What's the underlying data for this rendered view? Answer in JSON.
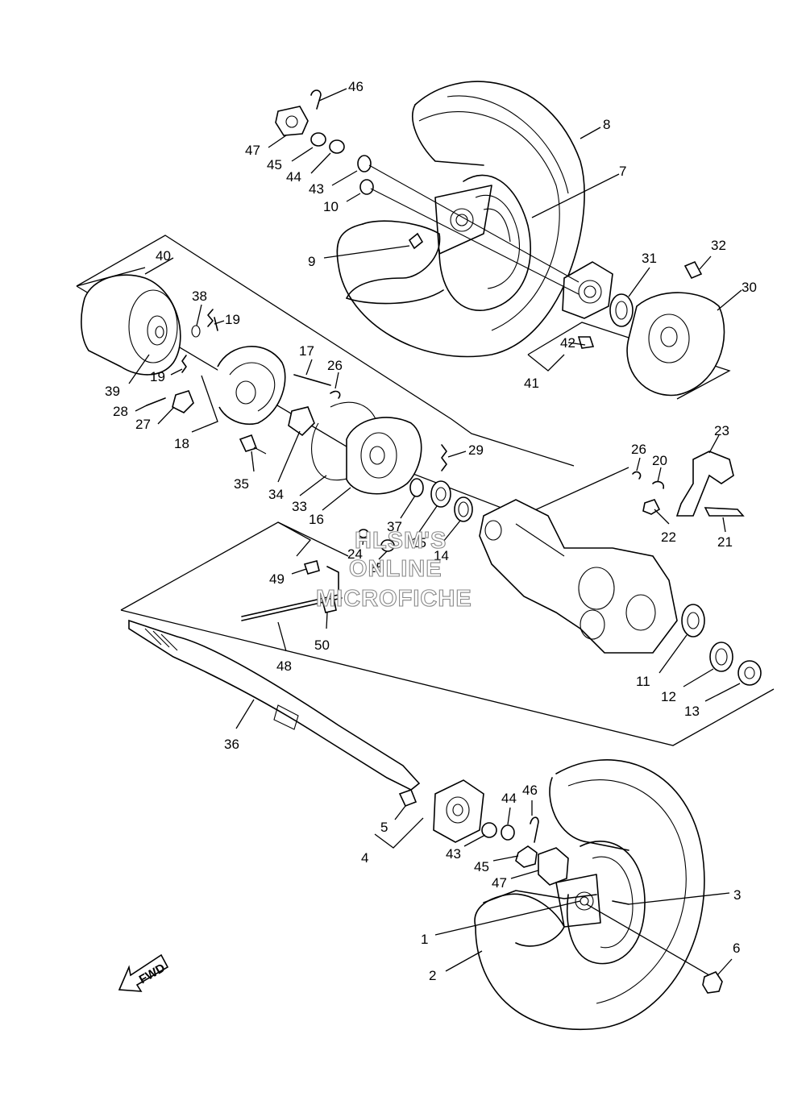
{
  "diagram": {
    "watermark": [
      "HLSM'S",
      "ONLINE",
      "MICROFICHE"
    ],
    "direction_label": "FWD",
    "callouts": {
      "c1": "1",
      "c2": "2",
      "c3": "3",
      "c4": "4",
      "c5": "5",
      "c6": "6",
      "c7": "7",
      "c8": "8",
      "c9": "9",
      "c10": "10",
      "c11": "11",
      "c12": "12",
      "c13": "13",
      "c14": "14",
      "c15": "15",
      "c16": "16",
      "c17": "17",
      "c18": "18",
      "c19a": "19",
      "c19b": "19",
      "c20": "20",
      "c21": "21",
      "c22": "22",
      "c23": "23",
      "c24": "24",
      "c25": "25",
      "c26a": "26",
      "c26b": "26",
      "c27": "27",
      "c28": "28",
      "c29": "29",
      "c30": "30",
      "c31": "31",
      "c32": "32",
      "c33": "33",
      "c34": "34",
      "c35": "35",
      "c36": "36",
      "c37": "37",
      "c38": "38",
      "c39": "39",
      "c40": "40",
      "c41": "41",
      "c42": "42",
      "c43a": "43",
      "c43b": "43",
      "c44a": "44",
      "c44b": "44",
      "c45a": "45",
      "c45b": "45",
      "c46a": "46",
      "c46b": "46",
      "c47a": "47",
      "c47b": "47",
      "c48": "48",
      "c49": "49",
      "c50": "50"
    }
  }
}
